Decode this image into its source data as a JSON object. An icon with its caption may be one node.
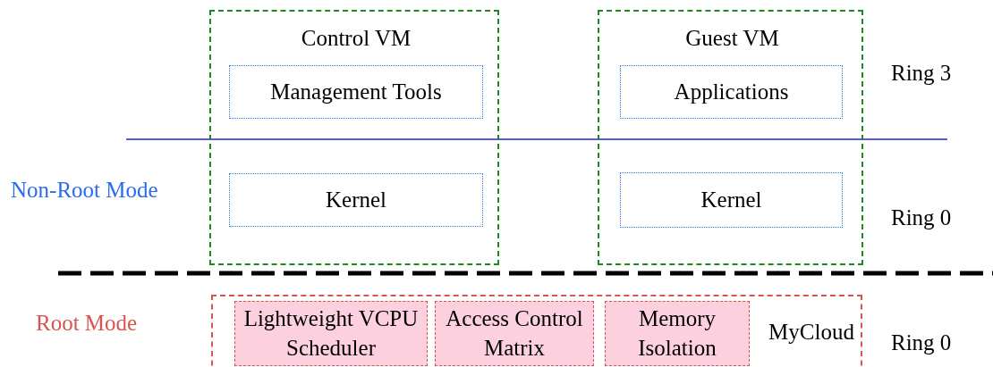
{
  "diagram": {
    "nodes": [
      {
        "text": [
          "Control VM"
        ]
      },
      {
        "text": [
          "Management Tools"
        ],
        "in": 0
      },
      {
        "text": [
          "Kernel"
        ],
        "in": 0
      },
      {
        "text": [
          "Guest VM"
        ]
      },
      {
        "text": [
          "Applications"
        ],
        "in": 3
      },
      {
        "text": [
          "Kernel"
        ],
        "in": 3
      },
      {
        "text": [
          "MyCloud"
        ]
      },
      {
        "text": [
          "Lightweight VCPU Scheduler"
        ],
        "in": 6
      },
      {
        "text": [
          "Access Control Matrix"
        ],
        "in": 6
      },
      {
        "text": [
          "Memory Isolation"
        ],
        "in": 6
      }
    ],
    "edges": [],
    "labels": [
      "Ring 3",
      "Non-Root Mode",
      "Ring 0",
      "Root Mode",
      "Ring 0"
    ]
  }
}
